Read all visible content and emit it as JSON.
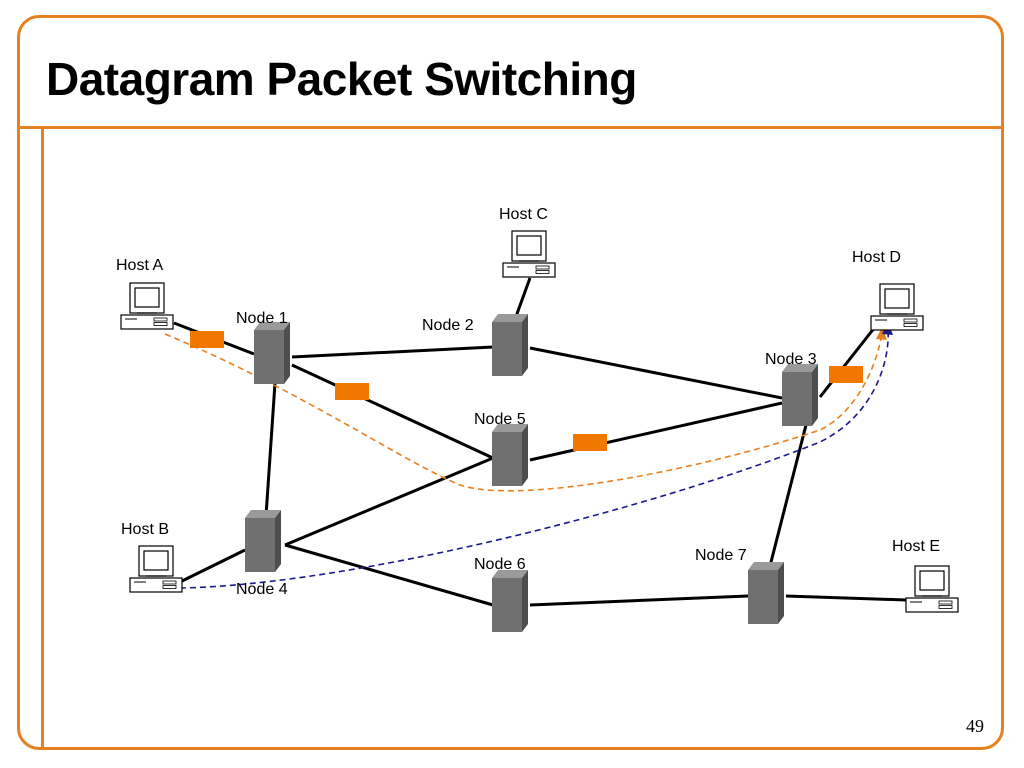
{
  "slide": {
    "title": "Datagram Packet Switching",
    "page_number": "49"
  },
  "colors": {
    "accent": "#e8801f",
    "packet": "#f07800",
    "link": "#000000",
    "path_orange": "#e8801f",
    "path_blue": "#1a1a8c",
    "node_fill": "#6e6e6e"
  },
  "hosts": {
    "a": "Host A",
    "b": "Host B",
    "c": "Host C",
    "d": "Host D",
    "e": "Host E"
  },
  "nodes": {
    "n1": "Node 1",
    "n2": "Node 2",
    "n3": "Node 3",
    "n4": "Node 4",
    "n5": "Node 5",
    "n6": "Node 6",
    "n7": "Node 7"
  }
}
